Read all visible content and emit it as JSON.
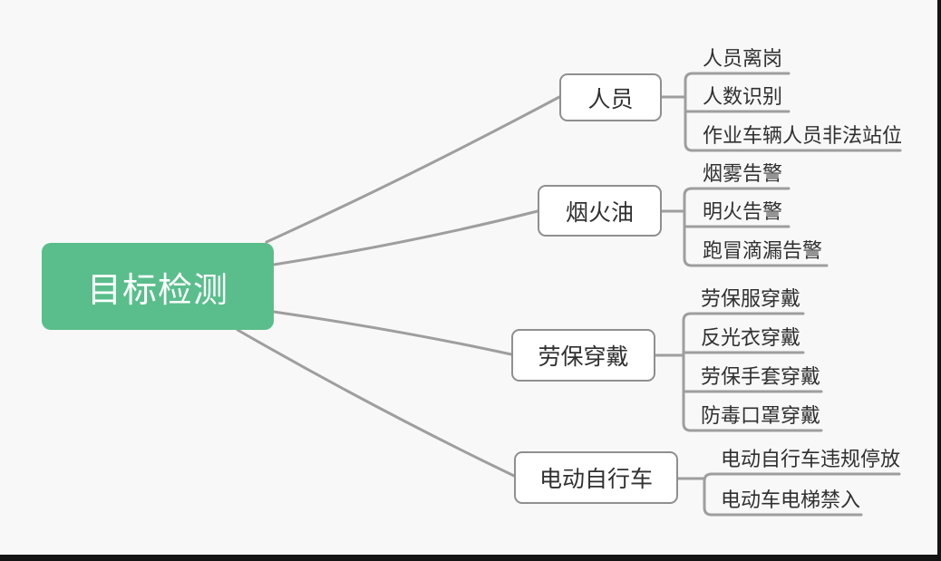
{
  "theme": {
    "background": "#f8f8f8",
    "root_fill": "#5abe8c",
    "root_text": "#ffffff",
    "line": "#9e9e9e",
    "node_border": "#8f8f8f",
    "node_text": "#303030",
    "frame": "#141414"
  },
  "mindmap": {
    "root": {
      "label": "目标检测"
    },
    "branches": [
      {
        "label": "人员",
        "children": [
          "人员离岗",
          "人数识别",
          "作业车辆人员非法站位"
        ]
      },
      {
        "label": "烟火油",
        "children": [
          "烟雾告警",
          "明火告警",
          "跑冒滴漏告警"
        ]
      },
      {
        "label": "劳保穿戴",
        "children": [
          "劳保服穿戴",
          "反光衣穿戴",
          "劳保手套穿戴",
          "防毒口罩穿戴"
        ]
      },
      {
        "label": "电动自行车",
        "children": [
          "电动自行车违规停放",
          "电动车电梯禁入"
        ]
      }
    ]
  }
}
